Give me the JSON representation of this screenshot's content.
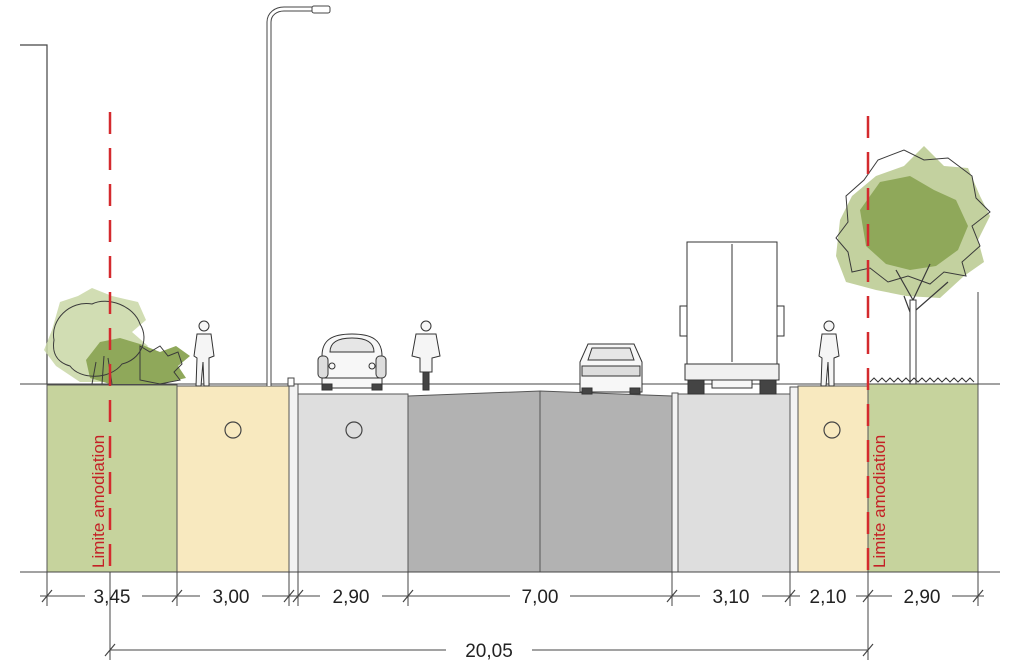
{
  "diagram": {
    "segments": [
      {
        "id": "green-left",
        "width": "3,45",
        "color": "#c6d39d"
      },
      {
        "id": "sidewalk-left",
        "width": "3,00",
        "color": "#f8e9bf"
      },
      {
        "id": "lane-left",
        "width": "2,90",
        "color": "#dedede"
      },
      {
        "id": "carriageway",
        "width": "7,00",
        "color": "#b2b2b2"
      },
      {
        "id": "lane-right",
        "width": "3,10",
        "color": "#dedede"
      },
      {
        "id": "sidewalk-right",
        "width": "2,10",
        "color": "#f8e9bf"
      },
      {
        "id": "green-right",
        "width": "2,90",
        "color": "#c6d39d"
      }
    ],
    "total_width": "20,05",
    "limit_label_left": "Limite amodiation",
    "limit_label_right": "Limite amodiation",
    "colors": {
      "limit_line": "#d42a2e",
      "foliage_light": "#b9c98e",
      "foliage_dark": "#8fa85a",
      "outline": "#3a3a3a"
    }
  }
}
